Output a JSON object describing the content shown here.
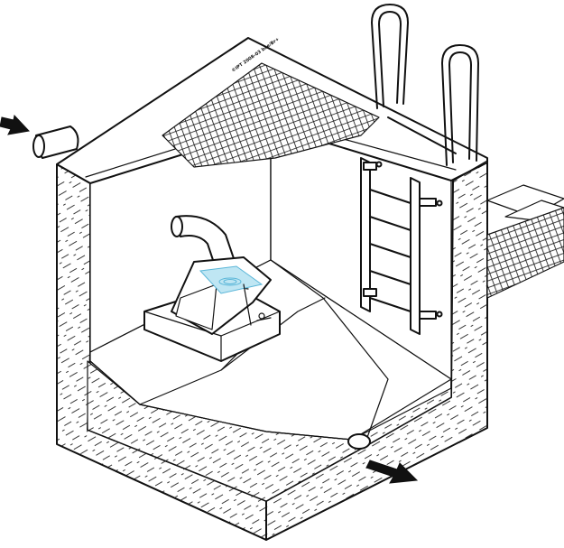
{
  "figure": {
    "copyright_text": "©IPT 2008-03 bae/Br+",
    "colors": {
      "line": "#111111",
      "background": "#ffffff",
      "water": "#bfe6f3",
      "water_edge": "#5ab6d8"
    },
    "flow_direction": {
      "inlet": "right",
      "outlet": "down-right"
    }
  }
}
